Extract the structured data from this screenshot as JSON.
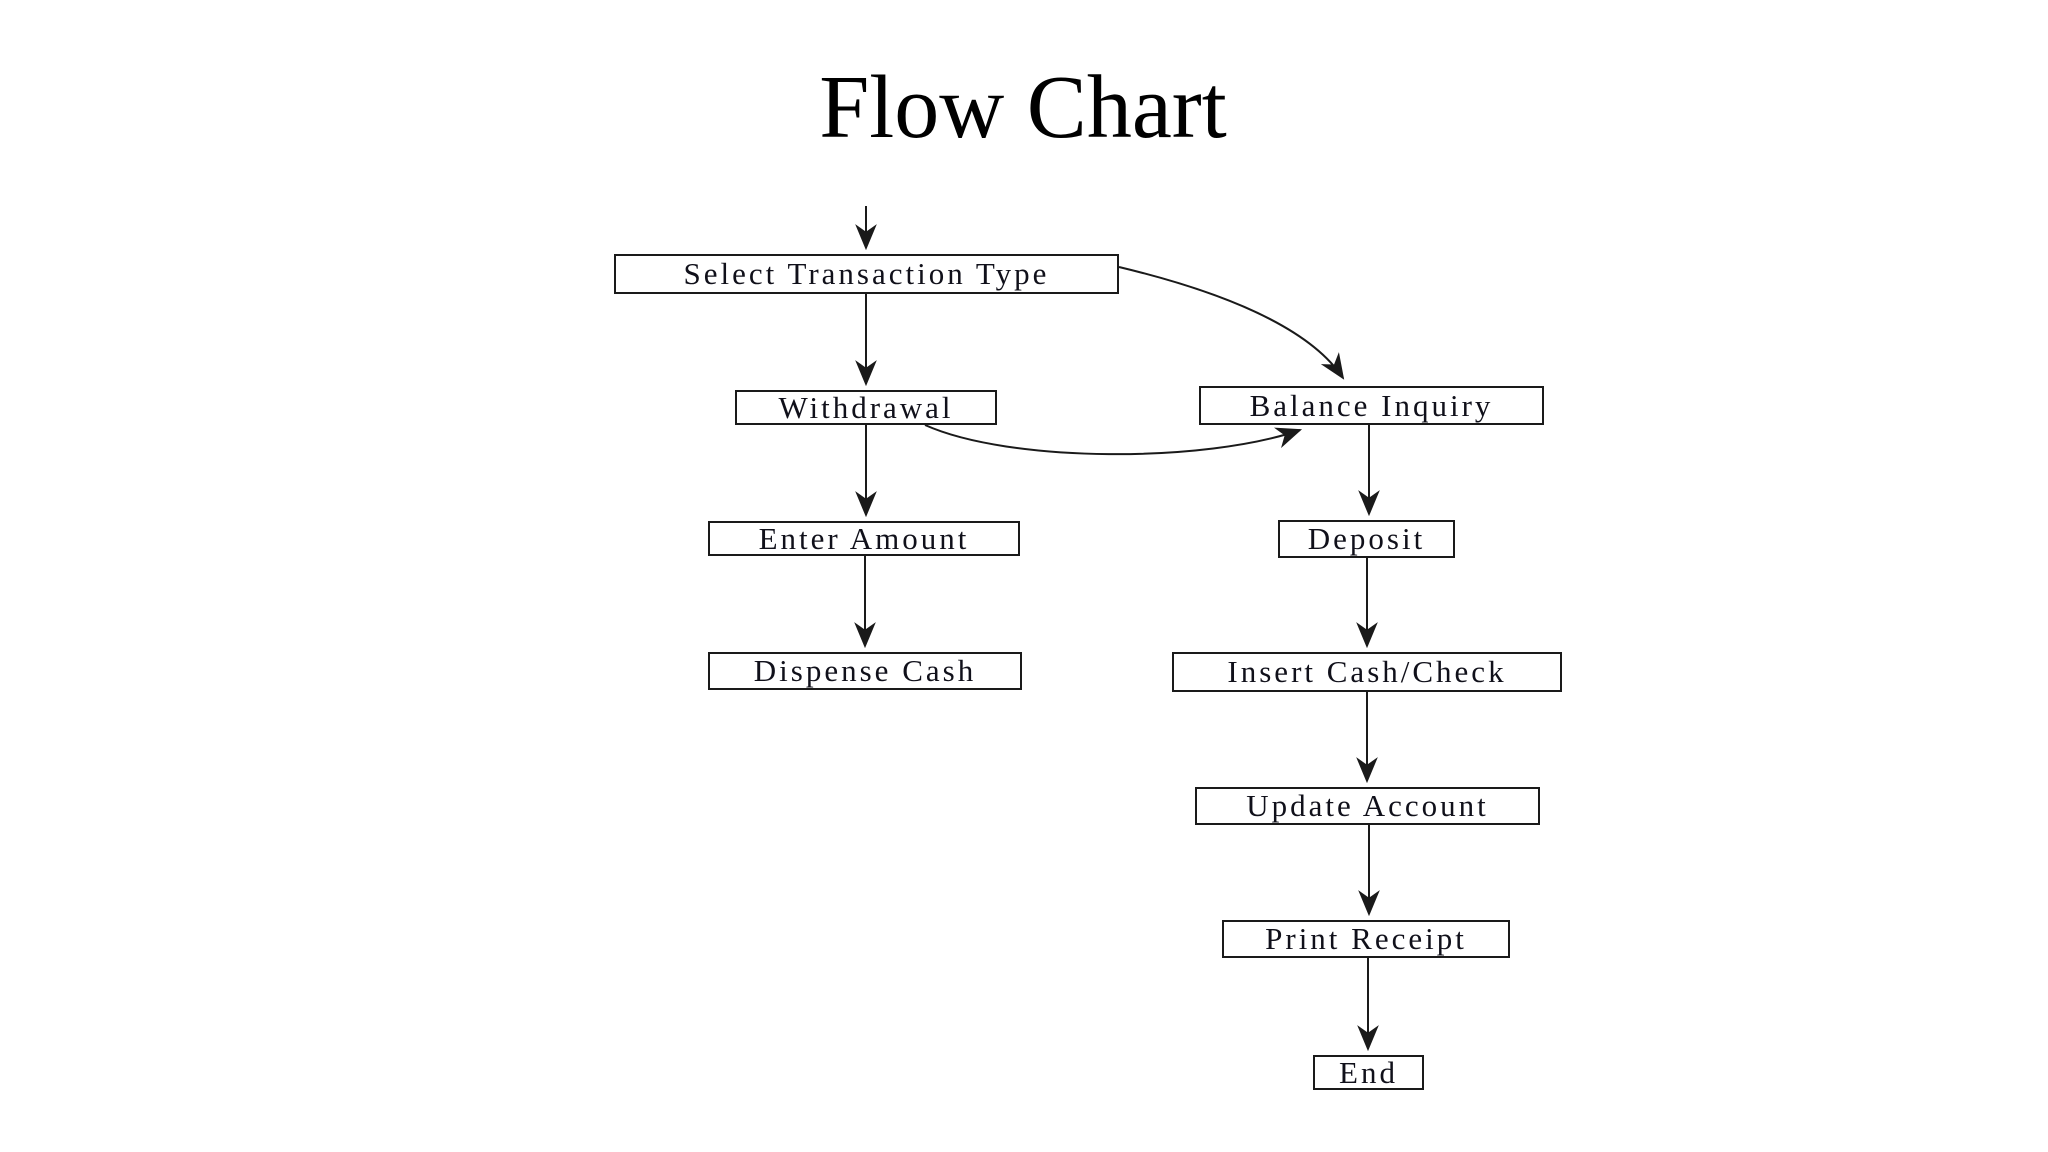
{
  "title": "Flow Chart",
  "diagram": {
    "nodes": [
      {
        "id": "select",
        "label": "Select Transaction Type"
      },
      {
        "id": "withdrawal",
        "label": "Withdrawal"
      },
      {
        "id": "balance",
        "label": "Balance Inquiry"
      },
      {
        "id": "enter",
        "label": "Enter Amount"
      },
      {
        "id": "dispense",
        "label": "Dispense Cash"
      },
      {
        "id": "deposit",
        "label": "Deposit"
      },
      {
        "id": "insert",
        "label": "Insert Cash/Check"
      },
      {
        "id": "update",
        "label": "Update Account"
      },
      {
        "id": "print",
        "label": "Print Receipt"
      },
      {
        "id": "end",
        "label": "End"
      }
    ],
    "edges": [
      {
        "from": "start",
        "to": "select",
        "style": "straight-arrow"
      },
      {
        "from": "select",
        "to": "withdrawal",
        "style": "straight-arrow"
      },
      {
        "from": "select",
        "to": "balance",
        "style": "curved-arrow"
      },
      {
        "from": "withdrawal",
        "to": "enter",
        "style": "straight-arrow"
      },
      {
        "from": "withdrawal",
        "to": "balance",
        "style": "curved-arrow"
      },
      {
        "from": "enter",
        "to": "dispense",
        "style": "straight-arrow"
      },
      {
        "from": "balance",
        "to": "deposit",
        "style": "straight-arrow"
      },
      {
        "from": "deposit",
        "to": "insert",
        "style": "straight-arrow"
      },
      {
        "from": "insert",
        "to": "update",
        "style": "straight-arrow"
      },
      {
        "from": "update",
        "to": "print",
        "style": "straight-arrow"
      },
      {
        "from": "print",
        "to": "end",
        "style": "straight-arrow"
      }
    ]
  },
  "colors": {
    "background": "#ffffff",
    "stroke": "#1a1a1a",
    "text": "#10101a"
  }
}
